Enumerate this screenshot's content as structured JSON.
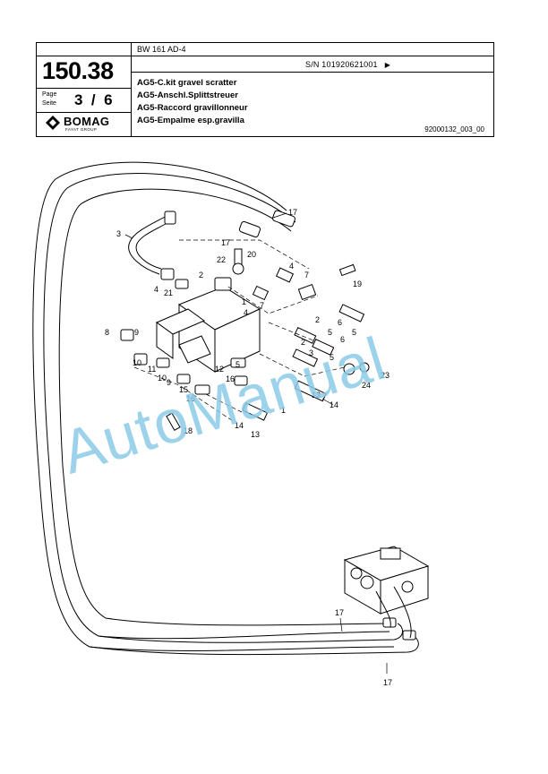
{
  "header": {
    "model": "BW 161 AD-4",
    "serial": "S/N 101920621001",
    "doc_number": "150.38",
    "page_label": "Page",
    "seite_label": "Seite",
    "page_value": "3  /  6",
    "brand": "BOMAG",
    "brand_sub": "FAYAT GROUP",
    "titles": [
      "AG5-C.kit gravel scratter",
      "AG5-Anschl.Splittstreuer",
      "AG5-Raccord gravillonneur",
      "AG5-Empalme esp.gravilla"
    ],
    "drawing_id": "92000132_003_00"
  },
  "watermark": "AutoManual",
  "callouts": [
    "17",
    "3",
    "17",
    "20",
    "22",
    "2",
    "4",
    "7",
    "19",
    "4",
    "21",
    "1",
    "4",
    "7",
    "2",
    "8",
    "9",
    "5",
    "6",
    "10",
    "11",
    "2",
    "3",
    "6",
    "5",
    "10",
    "9",
    "12",
    "16",
    "5",
    "23",
    "15",
    "16",
    "13",
    "14",
    "24",
    "1",
    "18",
    "14",
    "13",
    "17",
    "17"
  ]
}
